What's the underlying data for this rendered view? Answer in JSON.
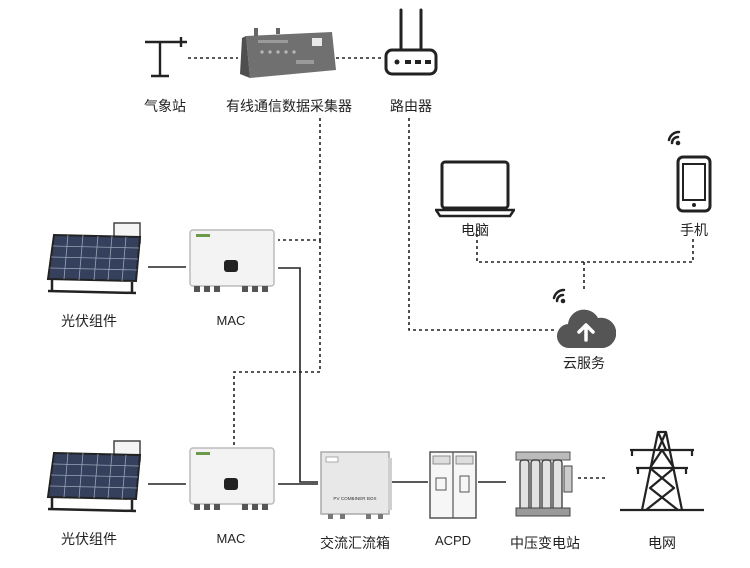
{
  "nodes": {
    "weather_station": "气象站",
    "data_collector": "有线通信数据采集器",
    "router": "路由器",
    "computer": "电脑",
    "phone": "手机",
    "cloud_service": "云服务",
    "pv_module_top": "光伏组件",
    "inverter_top": "MAC",
    "pv_module_bottom": "光伏组件",
    "inverter_bottom": "MAC",
    "combiner_box": "交流汇流箱",
    "acpd": "ACPD",
    "mv_substation": "中压变电站",
    "grid": "电网"
  },
  "device_text": {
    "combiner_plate": "PV COMBINER BOX"
  },
  "icons": [
    "weather-station-icon",
    "data-collector-icon",
    "router-icon",
    "laptop-icon",
    "phone-icon",
    "cloud-upload-icon",
    "wifi-icon",
    "solar-panel-icon",
    "inverter-icon",
    "combiner-box-icon",
    "acpd-cabinet-icon",
    "transformer-icon",
    "transmission-tower-icon"
  ],
  "colors": {
    "line": "#222222",
    "device_gray": "#6e6e6e",
    "panel_blue": "#3a4a6a",
    "cloud": "#555555"
  }
}
